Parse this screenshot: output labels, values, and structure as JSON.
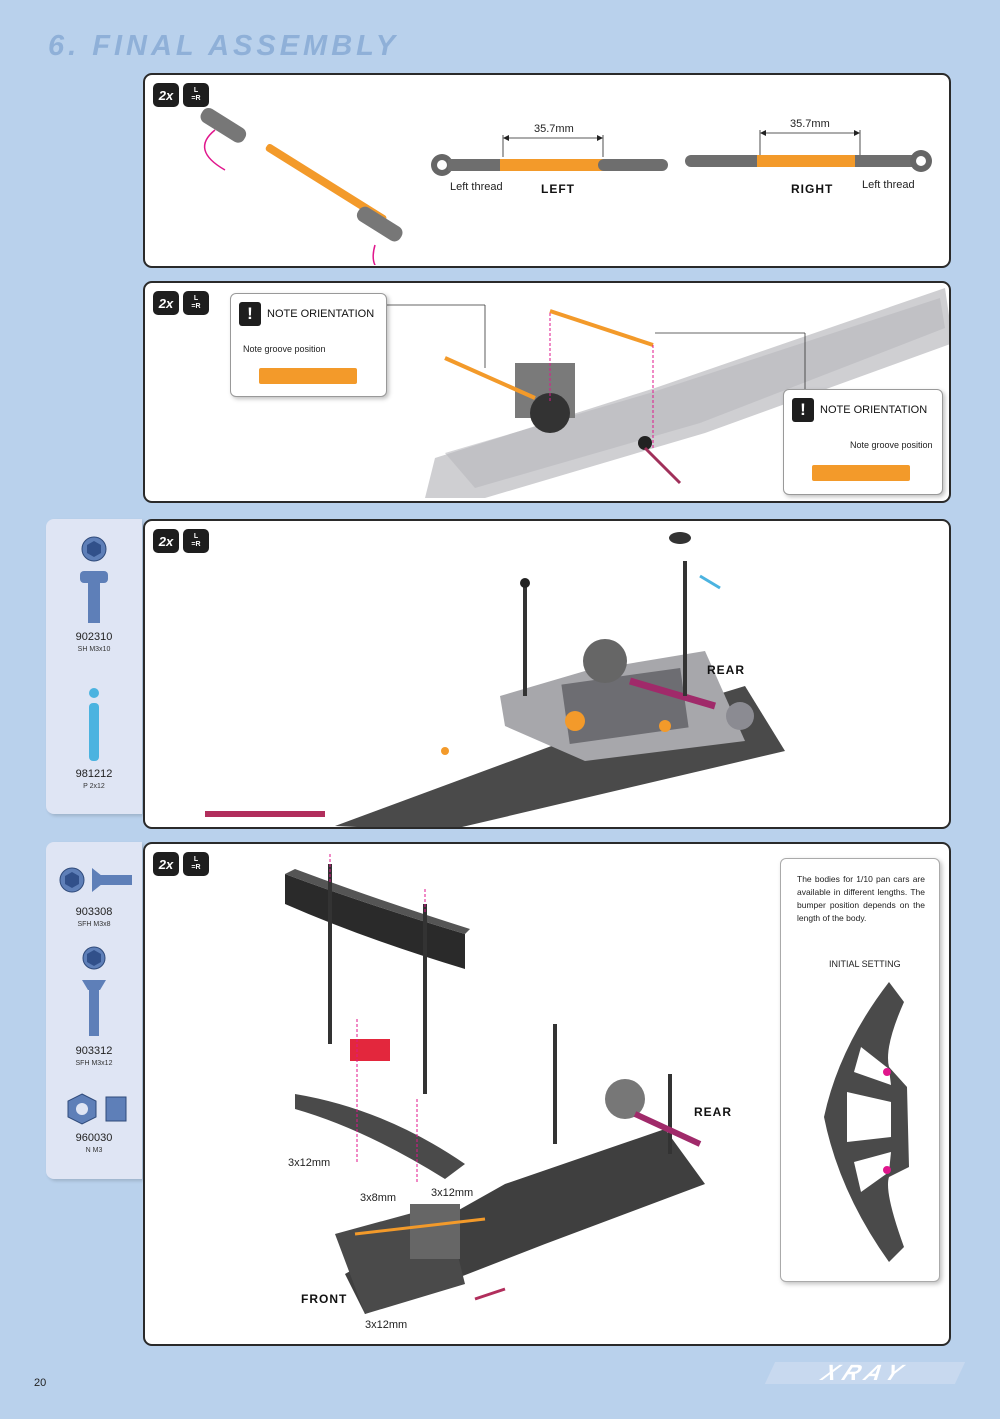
{
  "page_title": "6. FINAL ASSEMBLY",
  "page_number": "20",
  "brand": "XRAY",
  "step_badges": {
    "count": "2x",
    "lr_top": "L",
    "lr_bottom": "=R"
  },
  "step1": {
    "dimension_left": "35.7mm",
    "dimension_right": "35.7mm",
    "left_thread_label_1": "Left thread",
    "left_thread_label_2": "Left thread",
    "side_left": "LEFT",
    "side_right": "RIGHT"
  },
  "step2": {
    "note_left_title": "NOTE ORIENTATION",
    "note_left_caption": "Note groove position",
    "note_right_title": "NOTE ORIENTATION",
    "note_right_caption": "Note groove position"
  },
  "step3": {
    "parts": [
      {
        "code": "902310",
        "desc": "SH M3x10"
      },
      {
        "code": "981212",
        "desc": "P 2x12"
      }
    ],
    "rear_label": "REAR"
  },
  "step4": {
    "parts": [
      {
        "code": "903308",
        "desc": "SFH M3x8"
      },
      {
        "code": "903312",
        "desc": "SFH M3x12"
      },
      {
        "code": "960030",
        "desc": "N M3"
      }
    ],
    "rear_label": "REAR",
    "front_label": "FRONT",
    "screw_labels": [
      "3x12mm",
      "3x8mm",
      "3x12mm",
      "3x12mm"
    ],
    "info_text": "The bodies for 1/10 pan cars are available in different lengths. The bumper position depends on the length of the body.",
    "initial_setting": "INITIAL SETTING"
  },
  "colors": {
    "accent_orange": "#f39a2a",
    "magenta": "#e0168c",
    "panel_bg": "#b9d1ec"
  }
}
